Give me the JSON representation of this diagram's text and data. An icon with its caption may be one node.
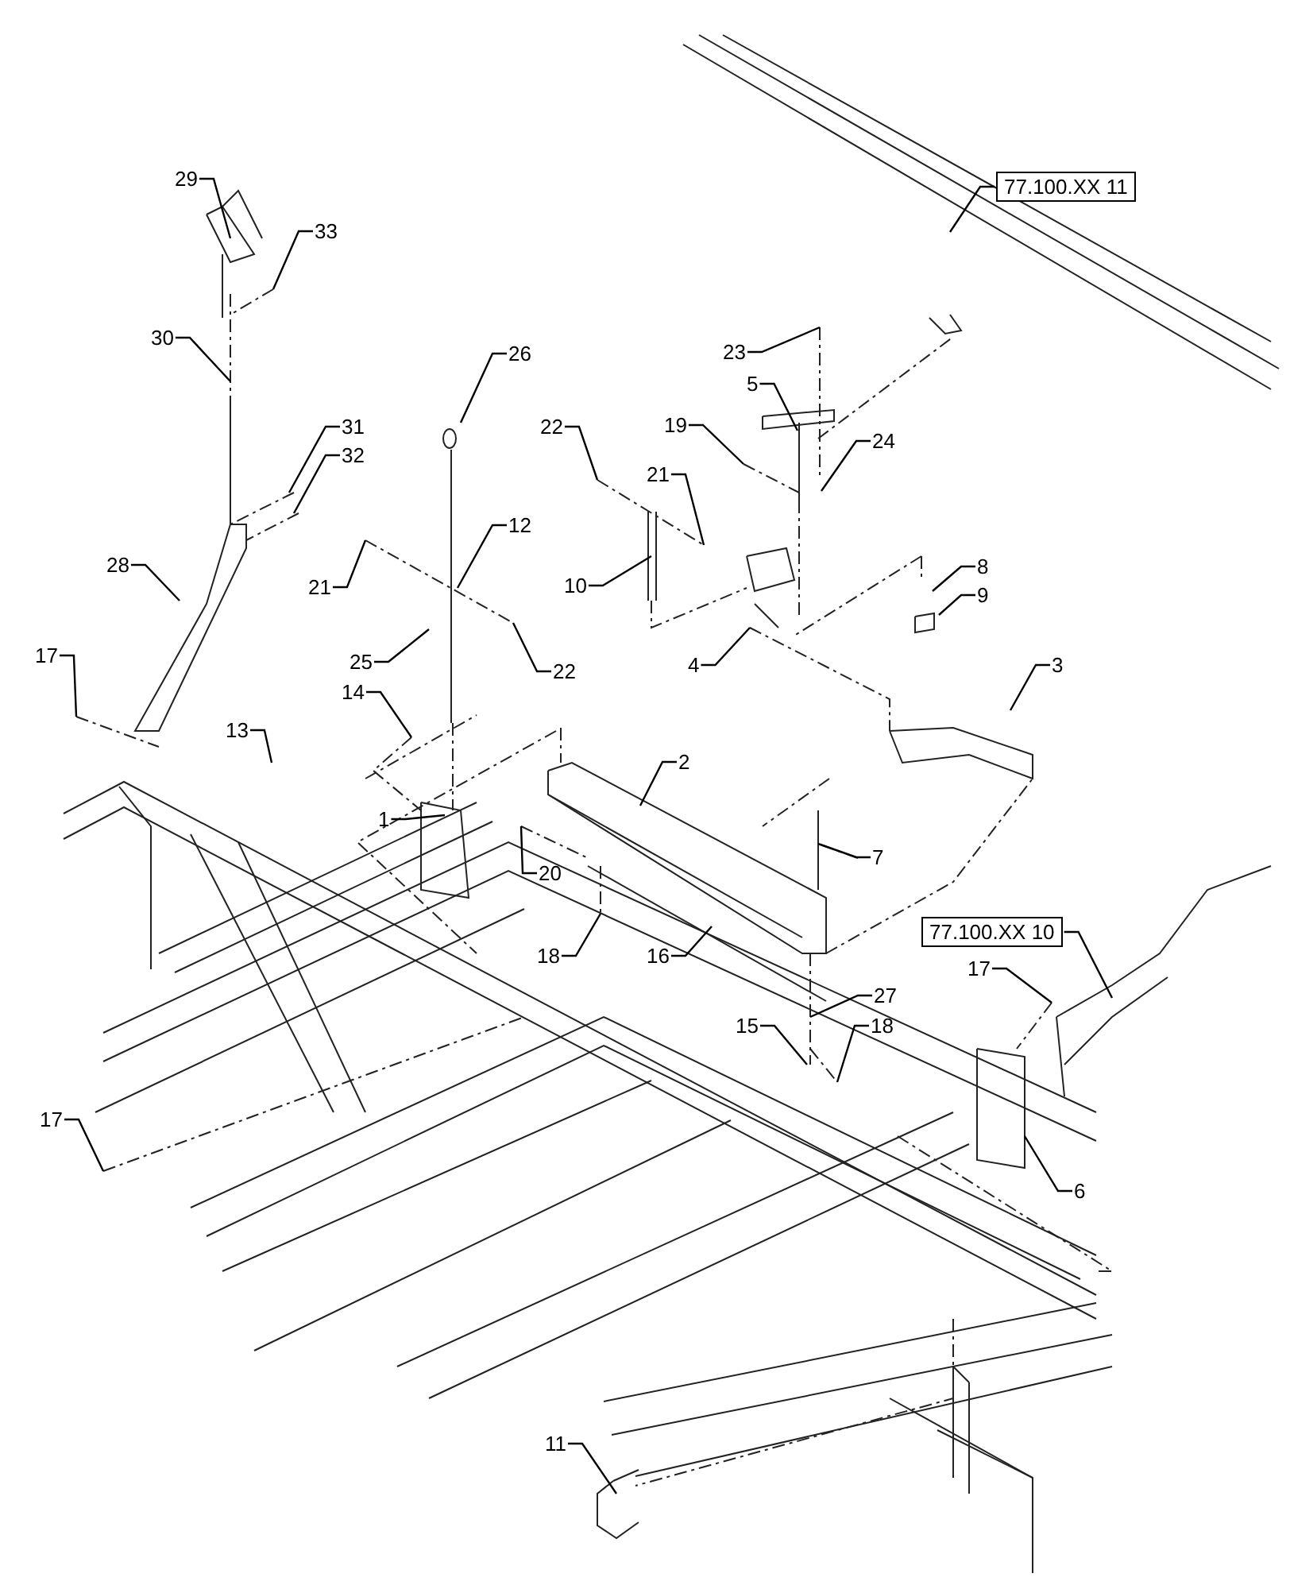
{
  "diagram": {
    "nodes": [
      {
        "text": [
          "77.100.XX 11"
        ]
      },
      {
        "text": [
          "29"
        ]
      },
      {
        "text": [
          "33"
        ]
      },
      {
        "text": [
          "30"
        ]
      },
      {
        "text": [
          "26"
        ]
      },
      {
        "text": [
          "23"
        ]
      },
      {
        "text": [
          "5"
        ]
      },
      {
        "text": [
          "31"
        ]
      },
      {
        "text": [
          "22"
        ]
      },
      {
        "text": [
          "19"
        ]
      },
      {
        "text": [
          "24"
        ]
      },
      {
        "text": [
          "32"
        ]
      },
      {
        "text": [
          "21"
        ]
      },
      {
        "text": [
          "12"
        ]
      },
      {
        "text": [
          "21"
        ]
      },
      {
        "text": [
          "10"
        ]
      },
      {
        "text": [
          "28"
        ]
      },
      {
        "text": [
          "8"
        ]
      },
      {
        "text": [
          "9"
        ]
      },
      {
        "text": [
          "25"
        ]
      },
      {
        "text": [
          "22"
        ]
      },
      {
        "text": [
          "4"
        ]
      },
      {
        "text": [
          "17"
        ]
      },
      {
        "text": [
          "14"
        ]
      },
      {
        "text": [
          "3"
        ]
      },
      {
        "text": [
          "13"
        ]
      },
      {
        "text": [
          "2"
        ]
      },
      {
        "text": [
          "7"
        ]
      },
      {
        "text": [
          "1"
        ]
      },
      {
        "text": [
          "20"
        ]
      },
      {
        "text": [
          "18"
        ]
      },
      {
        "text": [
          "16"
        ]
      },
      {
        "text": [
          "77.100.XX 10"
        ]
      },
      {
        "text": [
          "17"
        ]
      },
      {
        "text": [
          "27"
        ]
      },
      {
        "text": [
          "15"
        ]
      },
      {
        "text": [
          "18"
        ]
      },
      {
        "text": [
          "17"
        ]
      },
      {
        "text": [
          "6"
        ]
      },
      {
        "text": [
          "11"
        ]
      }
    ],
    "edges": [
      {
        "from": 0,
        "to": null,
        "arrow": "none"
      },
      {
        "from": 1,
        "to": null,
        "arrow": "none"
      },
      {
        "from": 2,
        "to": null,
        "arrow": "none"
      },
      {
        "from": 3,
        "to": null,
        "arrow": "none"
      },
      {
        "from": 4,
        "to": null,
        "arrow": "none"
      },
      {
        "from": 5,
        "to": null,
        "arrow": "none"
      },
      {
        "from": 6,
        "to": null,
        "arrow": "none"
      },
      {
        "from": 7,
        "to": null,
        "arrow": "none"
      },
      {
        "from": 8,
        "to": null,
        "arrow": "none"
      },
      {
        "from": 9,
        "to": null,
        "arrow": "none"
      },
      {
        "from": 10,
        "to": null,
        "arrow": "none"
      },
      {
        "from": 11,
        "to": null,
        "arrow": "none"
      },
      {
        "from": 12,
        "to": null,
        "arrow": "none"
      },
      {
        "from": 13,
        "to": null,
        "arrow": "none"
      },
      {
        "from": 14,
        "to": null,
        "arrow": "none"
      },
      {
        "from": 15,
        "to": null,
        "arrow": "none"
      },
      {
        "from": 16,
        "to": null,
        "arrow": "none"
      },
      {
        "from": 17,
        "to": null,
        "arrow": "none"
      },
      {
        "from": 18,
        "to": null,
        "arrow": "none"
      },
      {
        "from": 19,
        "to": null,
        "arrow": "none"
      },
      {
        "from": 20,
        "to": null,
        "arrow": "none"
      },
      {
        "from": 21,
        "to": null,
        "arrow": "none"
      },
      {
        "from": 22,
        "to": null,
        "arrow": "none"
      },
      {
        "from": 23,
        "to": null,
        "arrow": "none"
      },
      {
        "from": 24,
        "to": null,
        "arrow": "none"
      },
      {
        "from": 25,
        "to": null,
        "arrow": "none"
      },
      {
        "from": 26,
        "to": null,
        "arrow": "none"
      },
      {
        "from": 27,
        "to": null,
        "arrow": "none"
      },
      {
        "from": 28,
        "to": null,
        "arrow": "none"
      },
      {
        "from": 29,
        "to": null,
        "arrow": "none"
      },
      {
        "from": 30,
        "to": null,
        "arrow": "none"
      },
      {
        "from": 31,
        "to": null,
        "arrow": "none"
      },
      {
        "from": 32,
        "to": null,
        "arrow": "none"
      },
      {
        "from": 33,
        "to": null,
        "arrow": "none"
      },
      {
        "from": 34,
        "to": null,
        "arrow": "none"
      },
      {
        "from": 35,
        "to": null,
        "arrow": "none"
      },
      {
        "from": 36,
        "to": null,
        "arrow": "none"
      },
      {
        "from": 37,
        "to": null,
        "arrow": "none"
      },
      {
        "from": 38,
        "to": null,
        "arrow": "none"
      },
      {
        "from": 39,
        "to": null,
        "arrow": "none"
      }
    ]
  }
}
